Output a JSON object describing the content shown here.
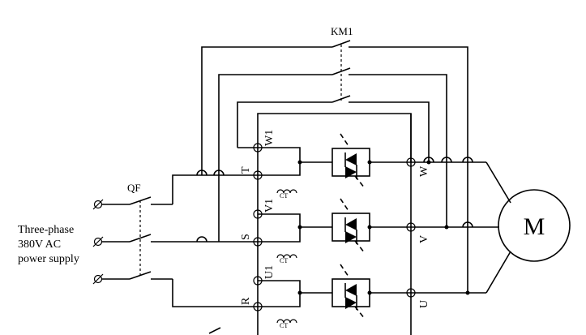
{
  "supply": {
    "line1": "Three-phase",
    "line2": "380V  AC",
    "line3": "power supply"
  },
  "breaker": {
    "label": "QF"
  },
  "contactor": {
    "label": "KM1"
  },
  "motor": {
    "label": "M"
  },
  "input_terminals": [
    "T",
    "S",
    "R"
  ],
  "output_terminals": [
    "W",
    "V",
    "U"
  ],
  "mid_terminals": [
    "W1",
    "V1",
    "U1"
  ],
  "current_transformer": {
    "label": "CT"
  }
}
